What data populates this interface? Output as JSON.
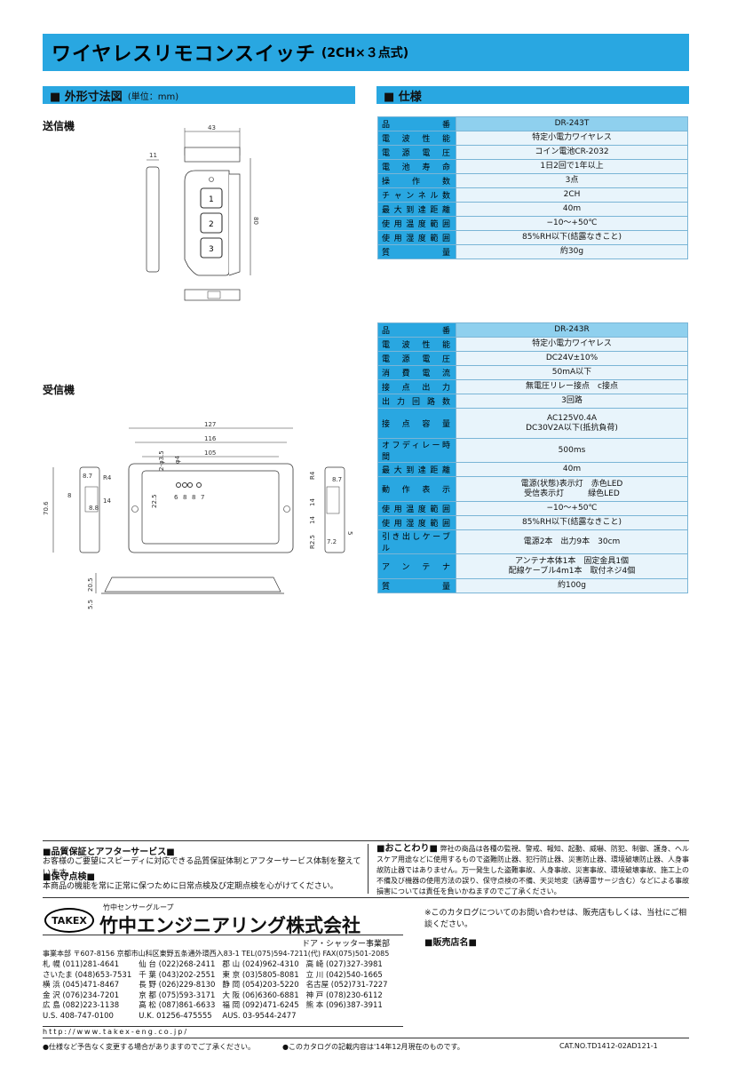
{
  "header": {
    "title": "ワイヤレスリモコンスイッチ",
    "subtitle": "(2CH×３点式)"
  },
  "sections": {
    "dimensions": {
      "title": "■ 外形寸法図",
      "unit": "(単位：mm)"
    },
    "spec": {
      "title": "■ 仕様"
    }
  },
  "labels": {
    "transmitter": "送信機",
    "receiver": "受信機"
  },
  "transmitter_dims": {
    "width": "43",
    "height": "80",
    "depth": "11"
  },
  "transmitter_buttons": [
    "1",
    "2",
    "3"
  ],
  "receiver_dims": {
    "w1": "127",
    "w2": "116",
    "w3": "105",
    "h": "70.6",
    "d1": "20.5",
    "d2": "5.5",
    "phi1": "2-φ3.5",
    "phi2": "φ4",
    "r4": "R4",
    "a87": "8.7",
    "a8": "8",
    "a88": "8.8",
    "a14": "14",
    "a225": "22.5",
    "terminals": [
      "6",
      "8",
      "8",
      "7"
    ],
    "right": [
      "R4",
      "8.7",
      "14",
      "14",
      "R2.5",
      "7.2",
      "5"
    ]
  },
  "spec_transmitter": [
    {
      "k": "品番",
      "v": "DR-243T"
    },
    {
      "k": "電波性能",
      "v": "特定小電力ワイヤレス"
    },
    {
      "k": "電源電圧",
      "v": "コイン電池CR-2032"
    },
    {
      "k": "電池寿命",
      "v": "1日2回で1年以上"
    },
    {
      "k": "操作数",
      "v": "3点"
    },
    {
      "k": "チャンネル数",
      "v": "2CH"
    },
    {
      "k": "最大到達距離",
      "v": "40m"
    },
    {
      "k": "使用温度範囲",
      "v": "−10〜+50℃"
    },
    {
      "k": "使用湿度範囲",
      "v": "85%RH以下(結露なきこと)"
    },
    {
      "k": "質量",
      "v": "約30g"
    }
  ],
  "spec_receiver": [
    {
      "k": "品番",
      "v": "DR-243R",
      "v2": ""
    },
    {
      "k": "電波性能",
      "v": "特定小電力ワイヤレス",
      "v2": ""
    },
    {
      "k": "電源電圧",
      "v": "DC24V±10%",
      "v2": ""
    },
    {
      "k": "消費電流",
      "v": "50mA以下",
      "v2": ""
    },
    {
      "k": "接点出力",
      "v": "無電圧リレー接点　c接点",
      "v2": ""
    },
    {
      "k": "出力回路数",
      "v": "3回路",
      "v2": ""
    },
    {
      "k": "接点容量",
      "v": "AC125V0.4A",
      "v2": "DC30V2A以下(抵抗負荷)"
    },
    {
      "k": "オフディレー時間",
      "v": "500ms",
      "v2": ""
    },
    {
      "k": "最大到達距離",
      "v": "40m",
      "v2": ""
    },
    {
      "k": "動作表示",
      "v": "電源(状態)表示灯　赤色LED",
      "v2": "受信表示灯　　　緑色LED"
    },
    {
      "k": "使用温度範囲",
      "v": "−10〜+50℃",
      "v2": ""
    },
    {
      "k": "使用湿度範囲",
      "v": "85%RH以下(結露なきこと)",
      "v2": ""
    },
    {
      "k": "引き出しケーブル",
      "v": "電源2本　出力9本　30cm",
      "v2": ""
    },
    {
      "k": "アンテナ",
      "v": "アンテナ本体1本　固定金具1個",
      "v2": "配線ケーブル4m1本　取付ネジ4個"
    },
    {
      "k": "質量",
      "v": "約100g",
      "v2": ""
    }
  ],
  "footer": {
    "quality_title": "■品質保証とアフターサービス■",
    "quality_text": "お客様のご要望にスピーディに対応できる品質保証体制とアフターサービス体制を整えています。",
    "maint_title": "■保守点検■",
    "maint_text": "本商品の機能を常に正常に保つために日常点検及び定期点検を心がけてください。",
    "notice_title": "■おことわり■",
    "notice_text": "弊社の商品は各種の監視、警戒、報知、起動、威嚇、防犯、制御、護身、ヘルスケア用途などに使用するもので盗難防止器、犯行防止器、災害防止器、環境破壊防止器、人身事故防止器ではありません。万一発生した盗難事故、人身事故、災害事故、環境破壊事故、施工上の不備及び機器の使用方法の誤り、保守点検の不備、天災地変（誘導雷サージ含む）などによる事故損害については責任を負いかねますのでご了承ください。",
    "inquiry_text": "※このカタログについてのお問い合わせは、販売店もしくは、当社にご相談ください。",
    "dealer_title": "■販売店名■",
    "logo": "TAKEX",
    "group": "竹中センサーグループ",
    "company": "竹中エンジニアリング株式会社",
    "division": "ドア・シャッター事業部",
    "hq": "事業本部 〒607-8156 京都市山科区東野五条通外環西入83-1 TEL(075)594-7211(代) FAX(075)501-2085",
    "contacts": [
      [
        "札 幌 (011)281-4641",
        "仙 台 (022)268-2411",
        "郡 山 (024)962-4310",
        "高 崎 (027)327-3981"
      ],
      [
        "さいたま (048)653-7531",
        "千 葉 (043)202-2551",
        "東 京 (03)5805-8081",
        "立 川 (042)540-1665"
      ],
      [
        "横 浜 (045)471-8467",
        "長 野 (026)229-8130",
        "静 岡 (054)203-5220",
        "名古屋 (052)731-7227"
      ],
      [
        "金 沢 (076)234-7201",
        "京 都 (075)593-3171",
        "大 阪 (06)6360-6881",
        "神 戸 (078)230-6112"
      ],
      [
        "広 島 (082)223-1138",
        "高 松 (087)861-6633",
        "福 岡 (092)471-6245",
        "熊 本 (096)387-3911"
      ],
      [
        "U.S. 408-747-0100",
        "U.K. 01256-475555",
        "AUS. 03-9544-2477",
        ""
      ]
    ],
    "url": "http://www.takex-eng.co.jp/",
    "note1": "●仕様など予告なく変更する場合がありますのでご了承ください。",
    "note2": "●このカタログの記載内容は'14年12月現在のものです。",
    "catno": "CAT.NO.TD1412-02AD121-1"
  }
}
